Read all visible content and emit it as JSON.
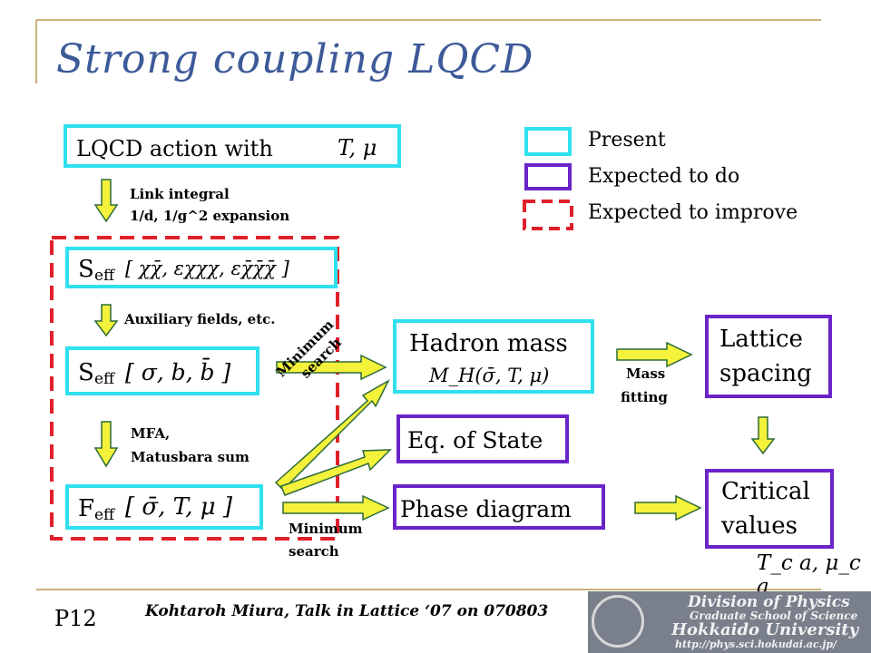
{
  "title": "Strong coupling LQCD",
  "legend": [
    {
      "label": "Present",
      "style": "cyan"
    },
    {
      "label": "Expected to do",
      "style": "purple"
    },
    {
      "label": "Expected to improve",
      "style": "red-dashed"
    }
  ],
  "boxes": {
    "action": {
      "label": "LQCD action with",
      "math": "T, μ"
    },
    "seff1": {
      "prefix": "S",
      "sub": "eff",
      "math": "[ χχ̄, εχχχ, εχ̄χ̄χ̄ ]"
    },
    "seff2": {
      "prefix": "S",
      "sub": "eff",
      "math": "[ σ, b, b̄ ]"
    },
    "feff": {
      "prefix": "F",
      "sub": "eff",
      "math": "[ σ̄, T, μ ]"
    },
    "hadron": {
      "label": "Hadron mass",
      "math": "M_H(σ̄, T, μ)"
    },
    "eos": {
      "label": "Eq. of State"
    },
    "phase": {
      "label": "Phase diagram"
    },
    "lattice": {
      "label_line1": "Lattice",
      "label_line2": "spacing"
    },
    "critical": {
      "label_line1": "Critical",
      "label_line2": "values",
      "math": "T_c a, μ_c a"
    }
  },
  "annotations": {
    "link1": "Link integral",
    "link2": "1/d, 1/g^2 expansion",
    "aux": "Auxiliary fields, etc.",
    "mfa1": "MFA,",
    "mfa2": "Matusbara sum",
    "minsearch_rot1": "Minimum",
    "minsearch_rot2": "search",
    "minsearch1": "Minimum",
    "minsearch2": "search",
    "mass1": "Mass",
    "mass2": "fitting"
  },
  "footer": {
    "page": "P12",
    "credit": "Kohtaroh Miura, Talk in Lattice ‘07 on 070803",
    "logo_line1": "Division of Physics",
    "logo_line2": "Graduate School of Science",
    "logo_line3": "Hokkaido University",
    "logo_url": "http://phys.sci.hokudai.ac.jp/"
  },
  "colors": {
    "cyan": "#2fe0ee",
    "purple": "#6a24c8",
    "red": "#e0202a",
    "arrow_fill": "#f4f23a",
    "title": "#3d5a98"
  }
}
